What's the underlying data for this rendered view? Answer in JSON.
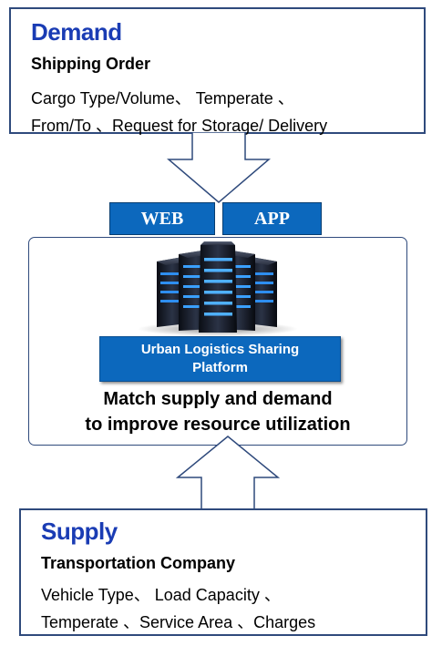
{
  "demand": {
    "title": "Demand",
    "subtitle": "Shipping Order",
    "line1": "Cargo Type/Volume、 Temperate 、",
    "line2": "From/To 、Request for Storage/ Delivery"
  },
  "channels": {
    "web": "WEB",
    "app": "APP"
  },
  "platform": {
    "label": "Urban Logistics Sharing Platform",
    "desc_line1": "Match supply and demand",
    "desc_line2": "to improve resource utilization"
  },
  "supply": {
    "title": "Supply",
    "subtitle": "Transportation Company",
    "line1": "Vehicle Type、 Load Capacity 、",
    "line2": "Temperate 、Service Area 、Charges"
  },
  "colors": {
    "title_blue": "#1a3cb4",
    "tag_blue": "#0c68bd",
    "border": "#2f4a7c"
  }
}
